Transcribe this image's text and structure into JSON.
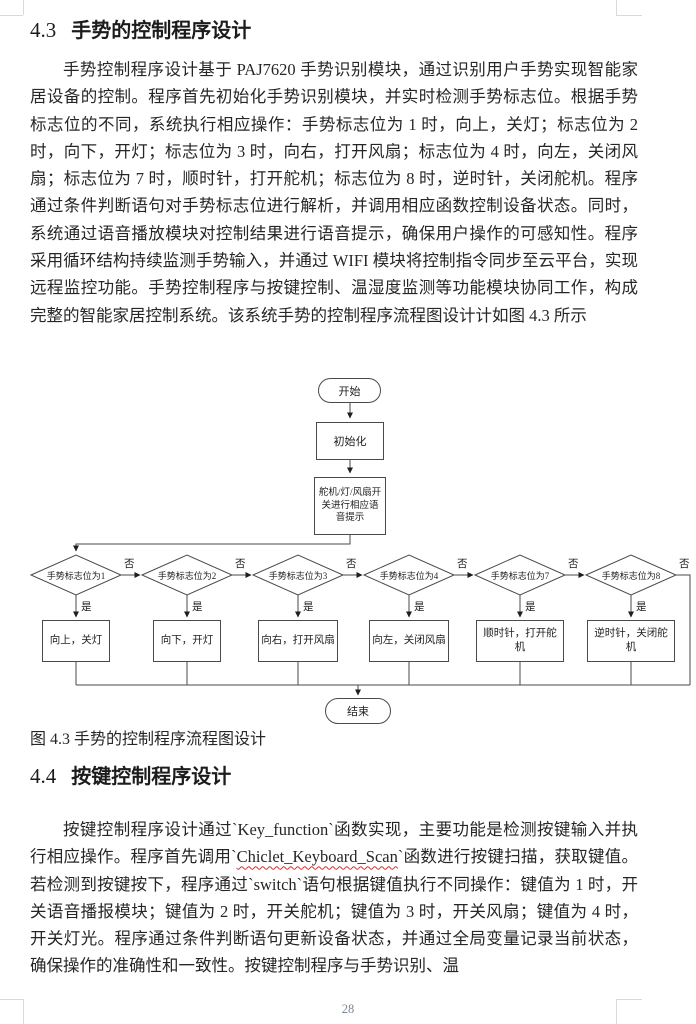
{
  "page": {
    "number": "28"
  },
  "colors": {
    "text": "#262626",
    "flow_line": "#4a4a4a",
    "spell_underline": "#e02b2b",
    "page_number": "#7c8594",
    "crop_mark": "#d9d9d9"
  },
  "section_43": {
    "number": "4.3",
    "title": "手势的控制程序设计",
    "paragraph": "手势控制程序设计基于 PAJ7620 手势识别模块，通过识别用户手势实现智能家居设备的控制。程序首先初始化手势识别模块，并实时检测手势标志位。根据手势标志位的不同，系统执行相应操作：手势标志位为 1 时，向上，关灯；标志位为 2 时，向下，开灯；标志位为 3 时，向右，打开风扇；标志位为 4 时，向左，关闭风扇；标志位为 7 时，顺时针，打开舵机；标志位为 8 时，逆时针，关闭舵机。程序通过条件判断语句对手势标志位进行解析，并调用相应函数控制设备状态。同时，系统通过语音播放模块对控制结果进行语音提示，确保用户操作的可感知性。程序采用循环结构持续监测手势输入，并通过 WIFI 模块将控制指令同步至云平台，实现远程监控功能。手势控制程序与按键控制、温湿度监测等功能模块协同工作，构成完整的智能家居控制系统。该系统手势的控制程序流程图设计计如图 4.3 所示"
  },
  "flowchart": {
    "start_label": "开始",
    "init_label": "初始化",
    "voice_label": "舵机/灯/风扇开关进行相应语音提示",
    "end_label": "结束",
    "no_label": "否",
    "yes_label": "是",
    "decisions": [
      {
        "condition": "手势标志位为1",
        "action": "向上，关灯"
      },
      {
        "condition": "手势标志位为2",
        "action": "向下，开灯"
      },
      {
        "condition": "手势标志位为3",
        "action": "向右，打开风扇"
      },
      {
        "condition": "手势标志位为4",
        "action": "向左，关闭风扇"
      },
      {
        "condition": "手势标志位为7",
        "action": "顺时针，打开舵机"
      },
      {
        "condition": "手势标志位为8",
        "action": "逆时针，关闭舵机"
      }
    ]
  },
  "figure": {
    "caption": "图 4.3 手势的控制程序流程图设计"
  },
  "section_44": {
    "number": "4.4",
    "title": "按键控制程序设计",
    "p1": "按键控制程序设计通过`Key_function`函数实现，主要功能是检测按键输入并执行相应操作。程序首先调用`",
    "code_misspelled": "Chiclet_Keyboard_Scan",
    "p2": "`函数进行按键扫描，获取键值。若检测到按键按下，程序通过`switch`语句根据键值执行不同操作：键值为 1 时，开关语音播报模块；键值为 2 时，开关舵机；键值为 3 时，开关风扇；键值为 4 时，开关灯光。程序通过条件判断语句更新设备状态，并通过全局变量记录当前状态，确保操作的准确性和一致性。按键控制程序与手势识别、温"
  }
}
